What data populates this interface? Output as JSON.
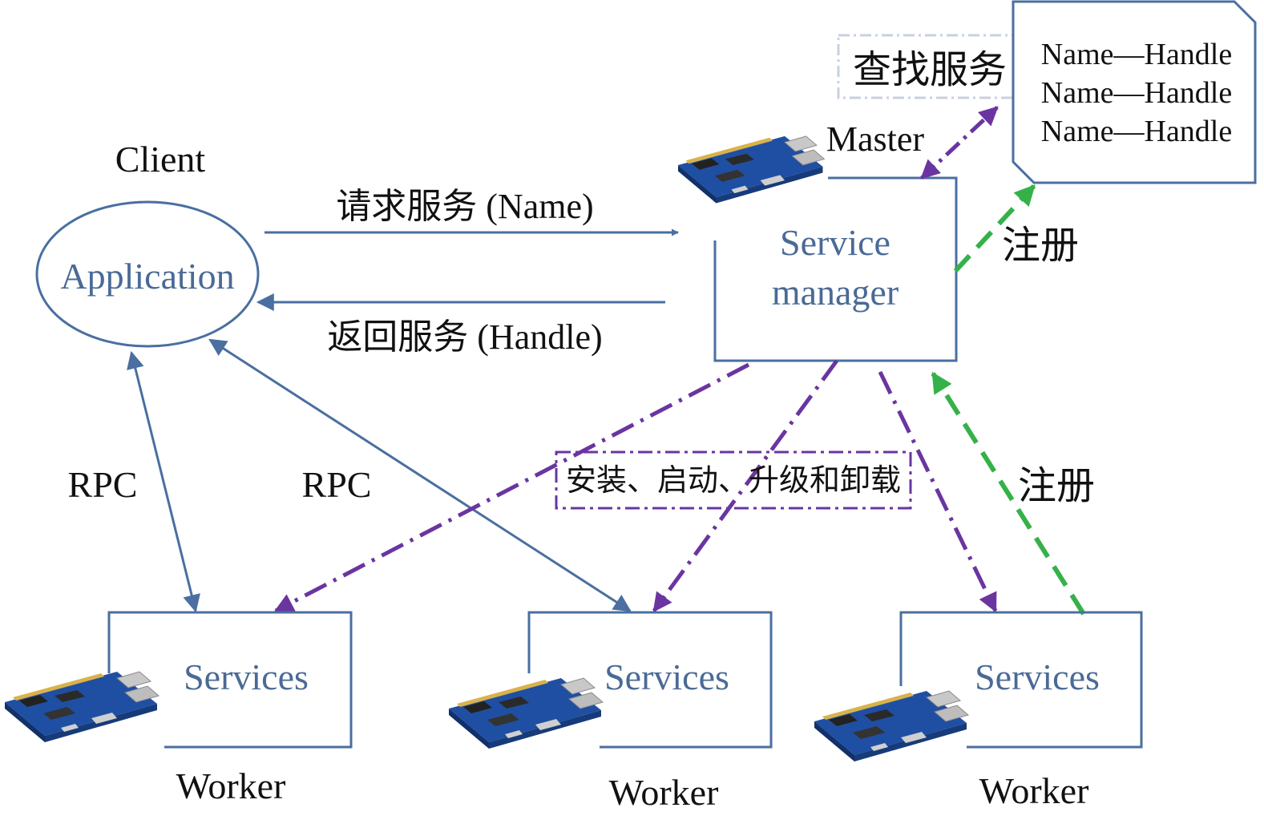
{
  "colors": {
    "blue": "#4a6fa0",
    "purple": "#6a35a0",
    "green": "#36b14a",
    "dash_box": "#c8d0e0",
    "black": "#111111"
  },
  "client": {
    "title": "Client",
    "app_label": "Application"
  },
  "master": {
    "title": "Master",
    "box_line1": "Service",
    "box_line2": "manager",
    "lookup_label": "查找服务",
    "registry": [
      "Name—Handle",
      "Name—Handle",
      "Name—Handle"
    ]
  },
  "arrows": {
    "request": "请求服务 (Name)",
    "return": "返回服务 (Handle)",
    "rpc_left": "RPC",
    "rpc_right": "RPC",
    "register_top": "注册",
    "register_right": "注册",
    "deploy": "安装、启动、升级和卸载"
  },
  "workers": [
    {
      "box_label": "Services",
      "caption": "Worker"
    },
    {
      "box_label": "Services",
      "caption": "Worker"
    },
    {
      "box_label": "Services",
      "caption": "Worker"
    }
  ],
  "icons": [
    "board-icon"
  ]
}
